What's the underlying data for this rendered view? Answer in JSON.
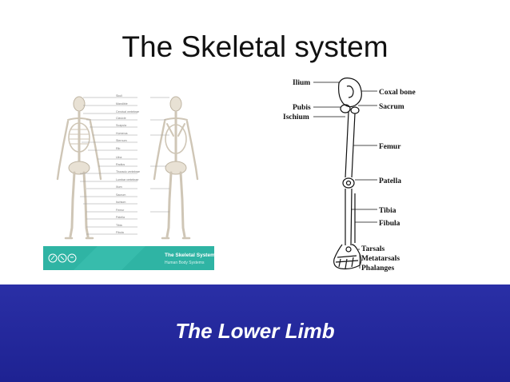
{
  "slide": {
    "title": "The Skeletal system",
    "subtitle": "The Lower Limb",
    "footer_color": "#2326a0"
  },
  "left_figure": {
    "labels": [
      "Skull",
      "Mandible",
      "Cervical vertebrae",
      "Clavicle",
      "Scapula",
      "Humerus",
      "Sternum",
      "Rib",
      "Ulna",
      "Radius",
      "Thoracic vertebrae",
      "Lumbar vertebrae",
      "Ilium",
      "Sacrum",
      "Ischium",
      "Femur",
      "Patella",
      "Tibia",
      "Fibula"
    ],
    "banner_title": "The Skeletal System",
    "banner_subtitle": "Human Body Systems",
    "banner_color": "#2fb4a4"
  },
  "right_figure": {
    "left_labels": [
      "Ilium",
      "Pubis",
      "Ischium"
    ],
    "right_labels": [
      "Coxal bone",
      "Sacrum",
      "Femur",
      "Patella",
      "Tibia",
      "Fibula",
      "Tarsals",
      "Metatarsals",
      "Phalanges"
    ]
  }
}
